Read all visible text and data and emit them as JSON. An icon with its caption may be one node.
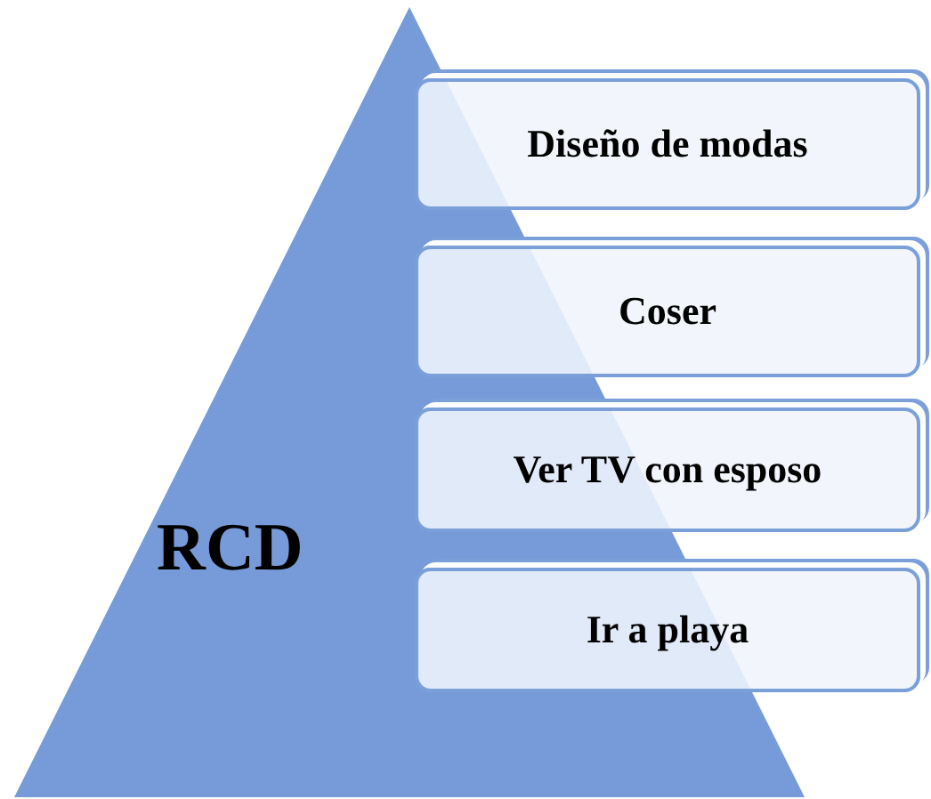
{
  "diagram": {
    "nodes": [
      {
        "text": [
          "RCD"
        ]
      },
      {
        "text": [
          "Diseño de modas"
        ]
      },
      {
        "text": [
          "Coser"
        ]
      },
      {
        "text": [
          "Ver TV con esposo"
        ]
      },
      {
        "text": [
          "Ir a playa"
        ]
      }
    ],
    "edges": []
  }
}
